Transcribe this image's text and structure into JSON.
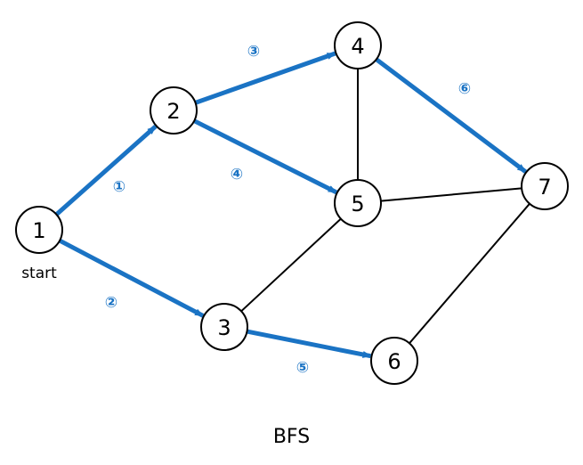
{
  "diagram": {
    "caption": "BFS",
    "start_label": "start",
    "colors": {
      "traversal": "#1a73c4",
      "edge": "#000000",
      "node_fill": "#ffffff"
    },
    "nodes": [
      {
        "id": "1",
        "label": "1"
      },
      {
        "id": "2",
        "label": "2"
      },
      {
        "id": "3",
        "label": "3"
      },
      {
        "id": "4",
        "label": "4"
      },
      {
        "id": "5",
        "label": "5"
      },
      {
        "id": "6",
        "label": "6"
      },
      {
        "id": "7",
        "label": "7"
      }
    ],
    "plain_edges": [
      {
        "from": "4",
        "to": "5"
      },
      {
        "from": "5",
        "to": "7"
      },
      {
        "from": "5",
        "to": "3"
      },
      {
        "from": "7",
        "to": "6"
      }
    ],
    "traversal_edges": [
      {
        "from": "1",
        "to": "2",
        "order": "①"
      },
      {
        "from": "1",
        "to": "3",
        "order": "②"
      },
      {
        "from": "2",
        "to": "4",
        "order": "③"
      },
      {
        "from": "2",
        "to": "5",
        "order": "④"
      },
      {
        "from": "3",
        "to": "6",
        "order": "⑤"
      },
      {
        "from": "4",
        "to": "7",
        "order": "⑥"
      }
    ]
  }
}
